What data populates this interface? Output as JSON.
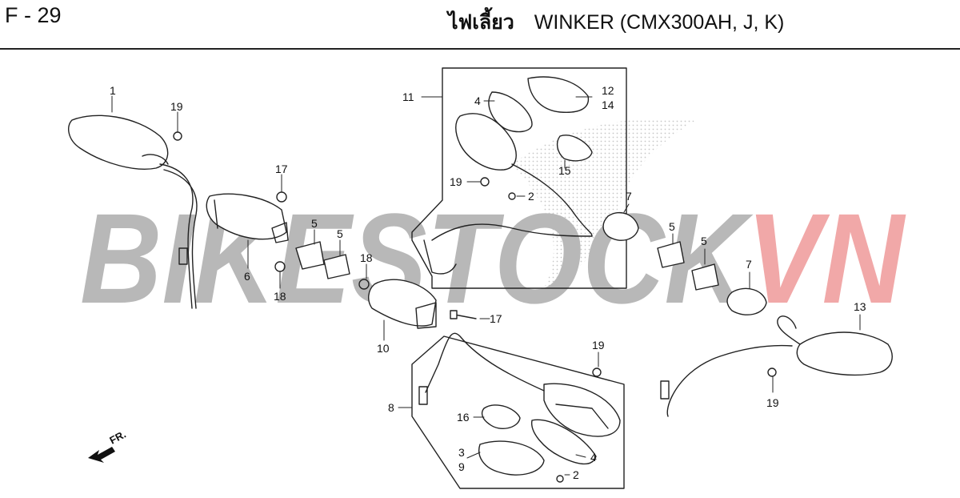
{
  "header": {
    "page_code": "F - 29",
    "title_thai": "ไฟเลี้ยว",
    "title": "WINKER (CMX300AH, J, K)"
  },
  "watermark": {
    "prefix": "BIKESTOCK",
    "suffix": "VN",
    "prefix_color": "#b8b8b8",
    "suffix_color": "#f1a8a8"
  },
  "orientation": {
    "label": "FR."
  },
  "callouts": [
    "1",
    "19",
    "17",
    "6",
    "18",
    "5",
    "5",
    "18",
    "10",
    "17",
    "11",
    "4",
    "12",
    "14",
    "15",
    "19",
    "2",
    "7",
    "5",
    "5",
    "7",
    "13",
    "19",
    "19",
    "8",
    "16",
    "3",
    "9",
    "4",
    "2"
  ]
}
